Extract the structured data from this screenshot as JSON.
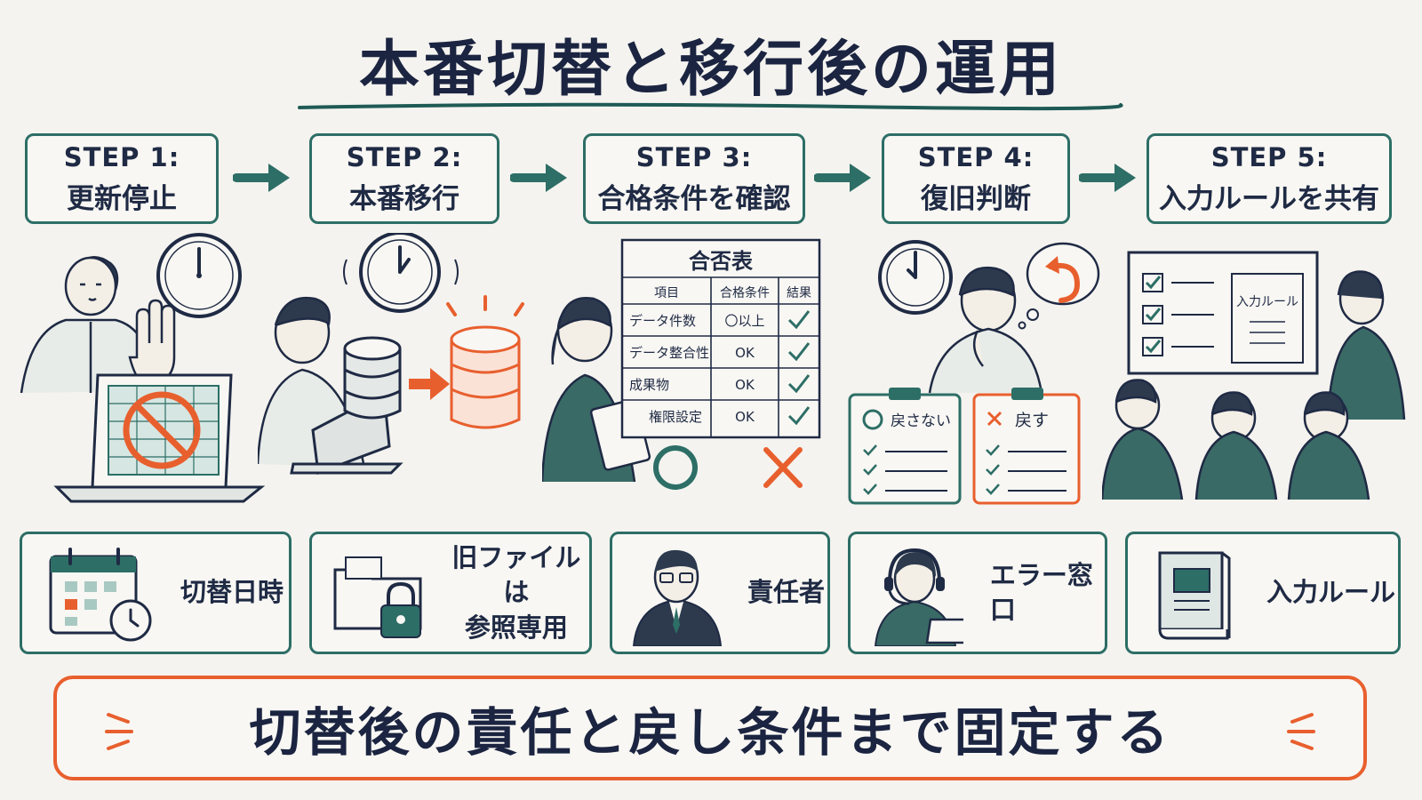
{
  "title": "本番切替と移行後の運用",
  "steps": [
    {
      "num": "STEP 1:",
      "name": "更新停止"
    },
    {
      "num": "STEP 2:",
      "name": "本番移行"
    },
    {
      "num": "STEP 3:",
      "name": "合格条件を確認"
    },
    {
      "num": "STEP 4:",
      "name": "復旧判断"
    },
    {
      "num": "STEP 5:",
      "name": "入力ルールを共有"
    }
  ],
  "pass_table": {
    "title": "合否表",
    "headers": [
      "項目",
      "合格条件",
      "結果"
    ],
    "rows": [
      {
        "item": "データ件数",
        "cond": "〇以上"
      },
      {
        "item": "データ整合性",
        "cond": "OK"
      },
      {
        "item": "成果物",
        "cond": "OK"
      },
      {
        "item": "権限設定",
        "cond": "OK"
      }
    ]
  },
  "decision": {
    "keep_label": "戻さない",
    "rollback_label": "戻す"
  },
  "rule_board_label": "入力ルール",
  "info_cards": [
    {
      "label": "切替日時"
    },
    {
      "label_line1": "旧ファイルは",
      "label_line2": "参照専用"
    },
    {
      "label": "責任者"
    },
    {
      "label": "エラー窓口"
    },
    {
      "label": "入力ルール"
    }
  ],
  "banner": "切替後の責任と戻し条件まで固定する",
  "colors": {
    "teal": "#2d6e66",
    "orange": "#e85f2e",
    "navy": "#1f2a44",
    "background": "#f4f3ef"
  },
  "icons": [
    "clock-icon",
    "stop-hand-icon",
    "prohibited-icon",
    "database-icon",
    "check-icon",
    "circle-icon",
    "cross-icon",
    "undo-icon",
    "calendar-icon",
    "folder-lock-icon",
    "manager-icon",
    "headset-icon",
    "book-icon"
  ]
}
